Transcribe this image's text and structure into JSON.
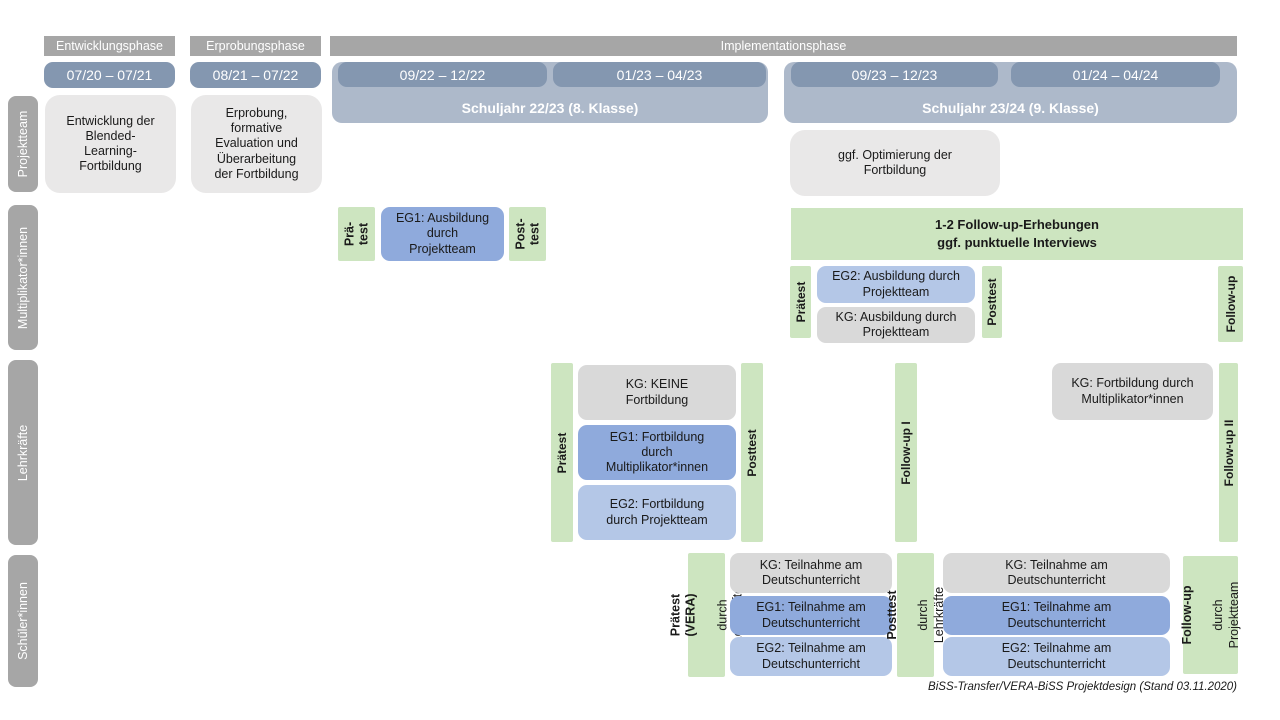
{
  "colors": {
    "phase_bar": "#a6a6a6",
    "period_bar": "#8497b0",
    "school_year_bar": "#adb9ca",
    "sidebar_bar": "#a6a6a6",
    "light_box": "#e9e8e8",
    "kg_box": "#d9d9d9",
    "eg1_box": "#8faadc",
    "eg2_box": "#b4c7e7",
    "green_box": "#cde5c0"
  },
  "phases": [
    "Entwicklungsphase",
    "Erprobungsphase",
    "Implementationsphase"
  ],
  "periods": [
    "07/20 – 07/21",
    "08/21 – 07/22",
    "09/22 – 12/22",
    "01/23 – 04/23",
    "09/23 – 12/23",
    "01/24 – 04/24"
  ],
  "school_years": [
    "Schuljahr 22/23 (8. Klasse)",
    "Schuljahr 23/24 (9. Klasse)"
  ],
  "row_labels": [
    "Projektteam",
    "Multiplikator*innen",
    "Lehrkräfte",
    "Schüler*innen"
  ],
  "projektteam": {
    "entwicklung": "Entwicklung der\nBlended-\nLearning-\nFortbildung",
    "erprobung": "Erprobung,\nformative\nEvaluation und\nÜberarbeitung\nder Fortbildung",
    "optimierung": "ggf. Optimierung der\nFortbildung"
  },
  "multiplikatoren": {
    "praetest_klein": "Prä-\ntest",
    "eg1": "EG1: Ausbildung\ndurch\nProjektteam",
    "posttest_klein": "Post-\ntest",
    "followup_erhebungen": "1-2 Follow-up-Erhebungen\nggf. punktuelle Interviews",
    "praetest": "Prätest",
    "eg2": "EG2: Ausbildung durch\nProjektteam",
    "kg": "KG: Ausbildung durch\nProjektteam",
    "posttest": "Posttest",
    "followup": "Follow-up"
  },
  "lehrkraefte": {
    "praetest": "Prätest",
    "kg_keine": "KG: KEINE\nFortbildung",
    "eg1": "EG1: Fortbildung\ndurch\nMultiplikator*innen",
    "eg2": "EG2: Fortbildung\ndurch Projektteam",
    "posttest": "Posttest",
    "followup_1": "Follow-up I",
    "kg_fortbildung": "KG: Fortbildung durch\nMultiplikator*innen",
    "followup_2": "Follow-up II"
  },
  "schueler": {
    "praetest_titel": "Prätest (VERA)",
    "praetest_sub": "durch Lehrkräfte",
    "kg_links": "KG: Teilnahme am\nDeutschunterricht",
    "eg1_links": "EG1: Teilnahme am\nDeutschunterricht",
    "eg2_links": "EG2: Teilnahme am\nDeutschunterricht",
    "posttest_titel": "Posttest",
    "posttest_sub": "durch Lehrkräfte",
    "kg_rechts": "KG: Teilnahme am\nDeutschunterricht",
    "eg1_rechts": "EG1: Teilnahme am\nDeutschunterricht",
    "eg2_rechts": "EG2: Teilnahme am\nDeutschunterricht",
    "followup_titel": "Follow-up",
    "followup_sub": "durch\nProjektteam"
  },
  "caption": "BiSS-Transfer/VERA-BiSS Projektdesign (Stand 03.11.2020)"
}
